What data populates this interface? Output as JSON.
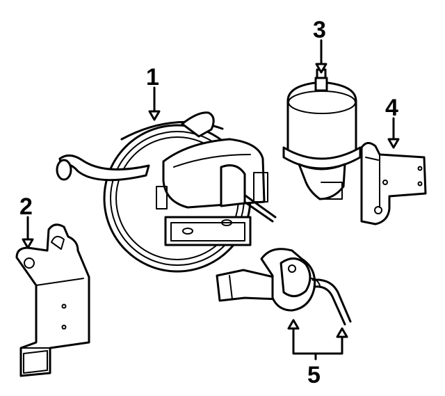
{
  "diagram": {
    "callouts": [
      {
        "id": "1",
        "label": "1"
      },
      {
        "id": "2",
        "label": "2"
      },
      {
        "id": "3",
        "label": "3"
      },
      {
        "id": "4",
        "label": "4"
      },
      {
        "id": "5",
        "label": "5"
      }
    ],
    "colors": {
      "ink": "#000000",
      "background": "#ffffff"
    }
  }
}
